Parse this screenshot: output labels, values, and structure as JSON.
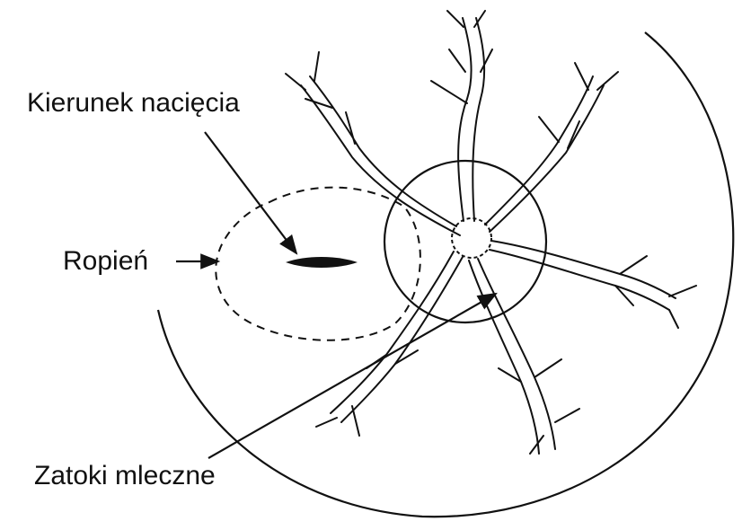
{
  "labels": {
    "incision": "Kierunek nacięcia",
    "abscess": "Ropień",
    "sinuses": "Zatoki mleczne"
  },
  "colors": {
    "ink": "#111111",
    "background": "#ffffff"
  }
}
